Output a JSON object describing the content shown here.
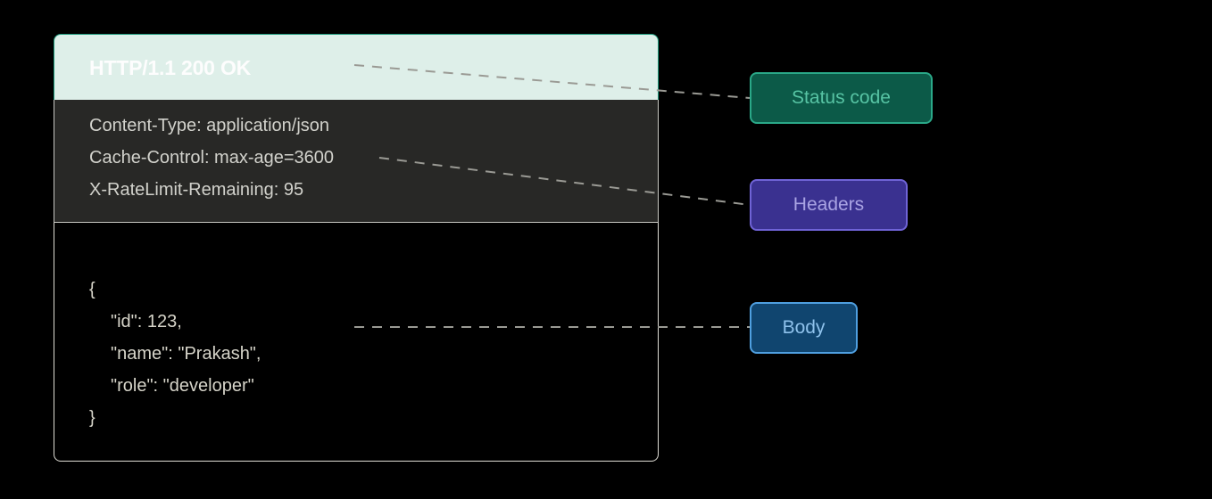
{
  "diagram": {
    "title_text": "HTTP/1.1 200 OK",
    "response": {
      "status_line": "HTTP/1.1 200 OK",
      "headers": [
        "Content-Type: application/json",
        "Cache-Control: max-age=3600",
        "X-RateLimit-Remaining: 95"
      ],
      "body_lines": [
        "{",
        "\"id\": 123,",
        "\"name\": \"Prakash\",",
        "\"role\": \"developer\"",
        "}"
      ]
    },
    "annotations": [
      {
        "label": "Status code",
        "fill": "#0c5a48",
        "border": "#2aa888",
        "text_color": "#57c4a4"
      },
      {
        "label": "Headers",
        "fill": "#3a3190",
        "border": "#6f63d6",
        "text_color": "#a9a3e3"
      },
      {
        "label": "Body",
        "fill": "#10456f",
        "border": "#4f9fe0",
        "text_color": "#8fc2ec"
      }
    ],
    "colors": {
      "canvas": "#000000",
      "status_band": "#deefe9",
      "status_band_border": "#1f9c7e",
      "status_text": "#fdfdfd",
      "headers_band": "#282826",
      "headers_text": "#d2d2cc",
      "body_band": "#000000",
      "body_text": "#d6d4c9",
      "card_border": "#e0ded6",
      "connector": "#9a9a94"
    }
  }
}
